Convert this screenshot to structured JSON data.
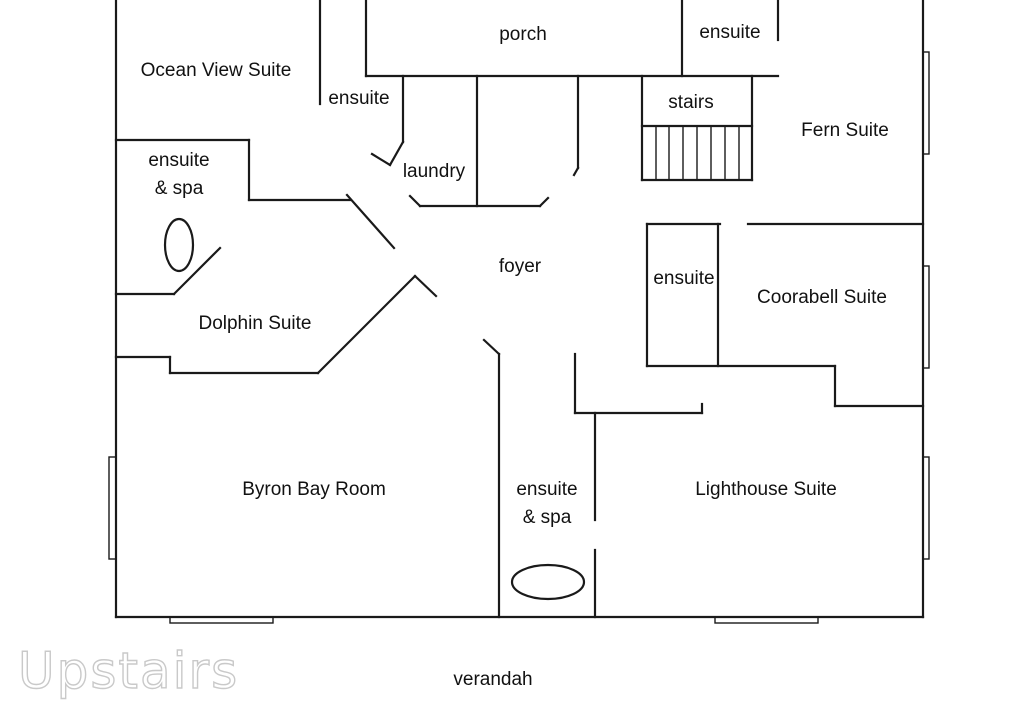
{
  "rooms": {
    "porch": "porch",
    "ensuite_top": "ensuite",
    "ocean_view_suite": "Ocean View Suite",
    "ensuite_ocean": "ensuite",
    "stairs": "stairs",
    "fern_suite": "Fern Suite",
    "ensuite_spa_left_line1": "ensuite",
    "ensuite_spa_left_line2": "& spa",
    "laundry": "laundry",
    "foyer": "foyer",
    "ensuite_coorabell": "ensuite",
    "coorabell_suite": "Coorabell Suite",
    "dolphin_suite": "Dolphin Suite",
    "byron_bay_room": "Byron Bay Room",
    "ensuite_spa_bottom_line1": "ensuite",
    "ensuite_spa_bottom_line2": "& spa",
    "lighthouse_suite": "Lighthouse Suite",
    "verandah": "verandah"
  },
  "watermark": "Upstairs"
}
